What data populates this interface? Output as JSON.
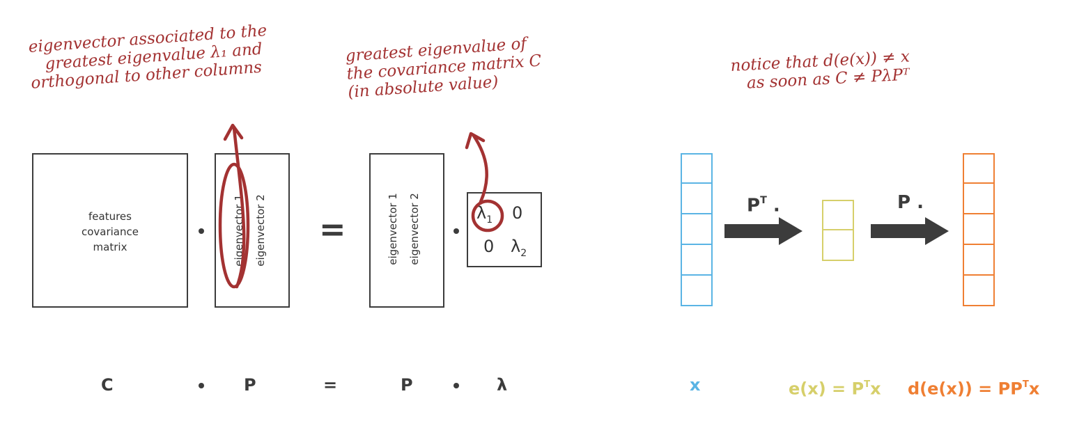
{
  "annotations": {
    "eigenvector_note": [
      "eigenvector associated to the",
      "greatest eigenvalue λ₁ and",
      "orthogonal to other columns"
    ],
    "eigenvalue_note": [
      "greatest eigenvalue of",
      "the covariance matrix C",
      "(in absolute value)"
    ],
    "reconstruction_note": [
      "notice that  d(e(x)) ≠ x",
      "as soon as  C ≠ PλPᵀ"
    ]
  },
  "matrices": {
    "covariance": {
      "line1": "features",
      "line2": "covariance",
      "line3": "matrix"
    },
    "eigenvectors_left": {
      "col1": "eigenvector 1",
      "col2": "eigenvector 2"
    },
    "eigenvectors_right": {
      "col1": "eigenvector 1",
      "col2": "eigenvector 2"
    },
    "diagonal": {
      "l1": "λ",
      "l1_sub": "1",
      "zero_a": "0",
      "zero_b": "0",
      "l2": "λ",
      "l2_sub": "2"
    }
  },
  "equation_symbol": "=",
  "formula": {
    "c": "C",
    "p1": "P",
    "eq": "=",
    "p2": "P",
    "lambda": "λ"
  },
  "pipeline": {
    "arrow1_label": "P",
    "arrow1_sup": "T",
    "arrow1_suffix": " .",
    "arrow2_label": "P .",
    "legend_x": "x",
    "legend_e_pre": "e(x) = P",
    "legend_e_sup": "T",
    "legend_e_post": "x",
    "legend_d_pre": "d(e(x)) = PP",
    "legend_d_sup": "T",
    "legend_d_post": "x"
  },
  "colors": {
    "input": "#5ab4e4",
    "encoded": "#d6cf6a",
    "decoded": "#ef7f33",
    "annotation": "#a33232",
    "dark": "#3c3c3c"
  }
}
